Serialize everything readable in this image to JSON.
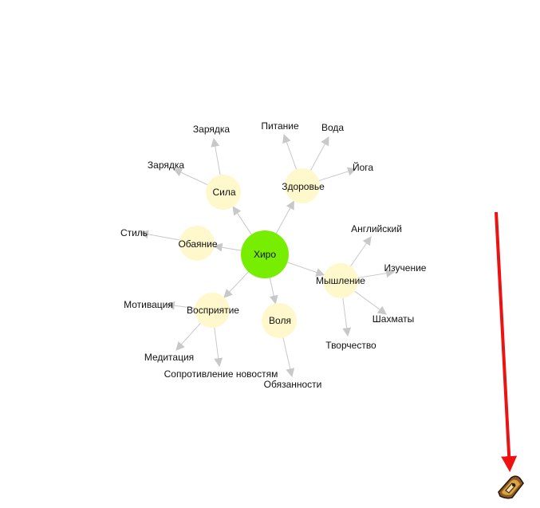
{
  "colors": {
    "root": "#77ee00",
    "hub": "#fff8cc",
    "edge": "#c8c8c8",
    "arrow": "#ee1111",
    "text": "#111111"
  },
  "graph": {
    "root": "Хиро",
    "hubs": [
      {
        "id": "sila",
        "label": "Сила",
        "leaves": [
          "Зарядка",
          "Зарядка"
        ]
      },
      {
        "id": "zdorovie",
        "label": "Здоровье",
        "leaves": [
          "Питание",
          "Вода",
          "Йога"
        ]
      },
      {
        "id": "obayanie",
        "label": "Обаяние",
        "leaves": [
          "Стиль"
        ]
      },
      {
        "id": "myshlenie",
        "label": "Мышление",
        "leaves": [
          "Английский",
          "Изучение",
          "Шахматы",
          "Творчество"
        ]
      },
      {
        "id": "vospriyatie",
        "label": "Восприятие",
        "leaves": [
          "Мотивация",
          "Медитация",
          "Сопротивление новостям"
        ]
      },
      {
        "id": "volya",
        "label": "Воля",
        "leaves": [
          "Обязанности"
        ]
      }
    ]
  }
}
